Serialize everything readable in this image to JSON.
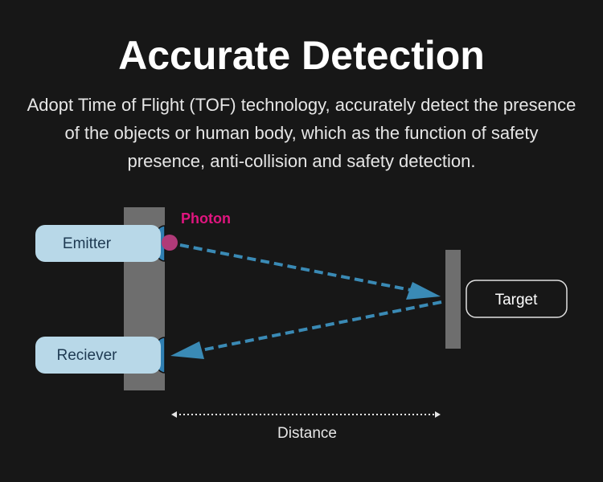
{
  "header": {
    "title": "Accurate Detection",
    "description": "Adopt Time of Flight (TOF) technology, accurately detect the presence of the objects or human body, which as the function of safety presence, anti-collision and safety detection."
  },
  "diagram": {
    "photon_label": "Photon",
    "emitter_label": "Emitter",
    "receiver_label": "Recieve­r",
    "target_label": "Target",
    "distance_label": "Distance"
  },
  "colors": {
    "background": "#171717",
    "photon": "#e0157f",
    "beam": "#3a8ab5",
    "pill_fill": "#b8d8e8",
    "pill_text": "#1e3a52",
    "device": "#6e6e6e",
    "lens": "#2f7fb3"
  }
}
